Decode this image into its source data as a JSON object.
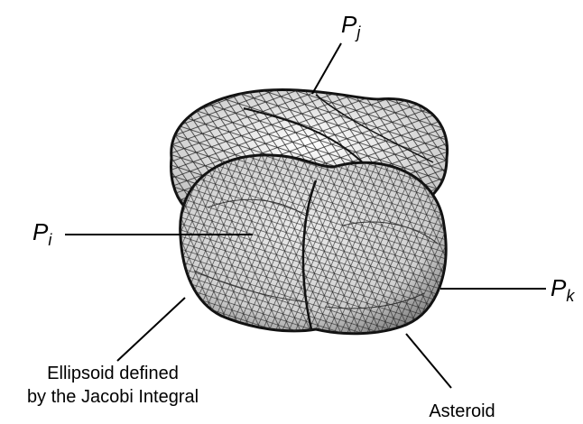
{
  "labels": {
    "p_i": {
      "base": "P",
      "sub": "i"
    },
    "p_j": {
      "base": "P",
      "sub": "j"
    },
    "p_k": {
      "base": "P",
      "sub": "k"
    },
    "ellipsoid": {
      "line1": "Ellipsoid defined",
      "line2": "by the Jacobi Integral"
    },
    "asteroid": "Asteroid"
  }
}
